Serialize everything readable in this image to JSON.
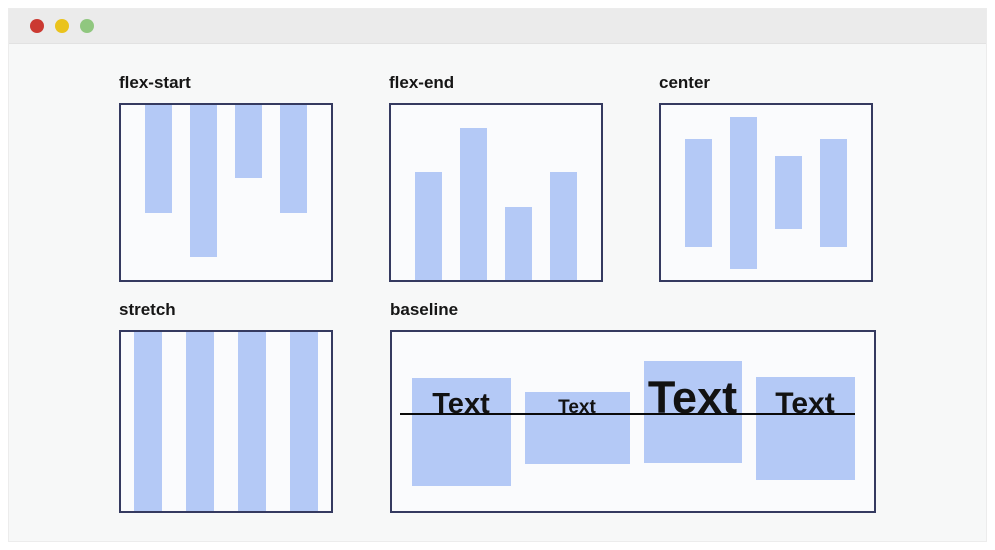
{
  "titlebar": {
    "buttons": [
      {
        "name": "close",
        "color": "#cb3a32"
      },
      {
        "name": "minimize",
        "color": "#eac31d"
      },
      {
        "name": "maximize",
        "color": "#90c77f"
      }
    ]
  },
  "demos": {
    "flex_start": {
      "label": "flex-start",
      "bar_heights": [
        108,
        152,
        73,
        108
      ]
    },
    "flex_end": {
      "label": "flex-end",
      "bar_heights": [
        108,
        152,
        73,
        108
      ]
    },
    "center": {
      "label": "center",
      "bar_heights": [
        108,
        152,
        73,
        108
      ]
    },
    "stretch": {
      "label": "stretch",
      "bar_heights": [
        "stretch",
        "stretch",
        "stretch",
        "stretch"
      ]
    },
    "baseline": {
      "label": "baseline",
      "items": [
        {
          "text": "Text"
        },
        {
          "text": "Text"
        },
        {
          "text": "Text"
        },
        {
          "text": "Text"
        }
      ]
    }
  },
  "colors": {
    "bar_fill": "#b4c9f6",
    "box_border": "#353a60",
    "titlebar_bg": "#ebebeb",
    "content_bg": "#f7f8f8",
    "baseline_line": "#0a0a0a",
    "label_text": "#161616"
  }
}
